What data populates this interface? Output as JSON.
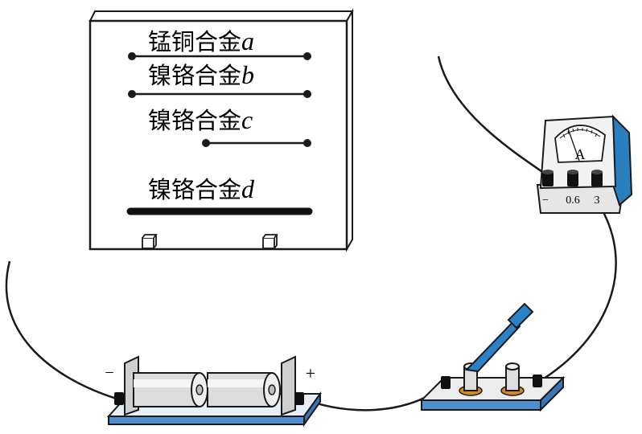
{
  "board": {
    "wires": [
      {
        "material": "锰铜合金",
        "letter": "a"
      },
      {
        "material": "镍铬合金",
        "letter": "b"
      },
      {
        "material": "镍铬合金",
        "letter": "c"
      },
      {
        "material": "镍铬合金",
        "letter": "d"
      }
    ]
  },
  "ammeter": {
    "symbol": "A",
    "terminals": [
      "−",
      "0.6",
      "3"
    ]
  },
  "battery": {
    "minus": "−",
    "plus": "+"
  },
  "colors": {
    "stroke": "#1a1a1a",
    "meter_blue": "#2a7fc0",
    "base_blue": "#4f8fd0",
    "battery_tray": "#c9c9c9",
    "cell_gray": "#d8d8d8",
    "switch_blade": "#2c82c9",
    "knife_post": "#d9d9d9",
    "copper": "#d4891c"
  }
}
